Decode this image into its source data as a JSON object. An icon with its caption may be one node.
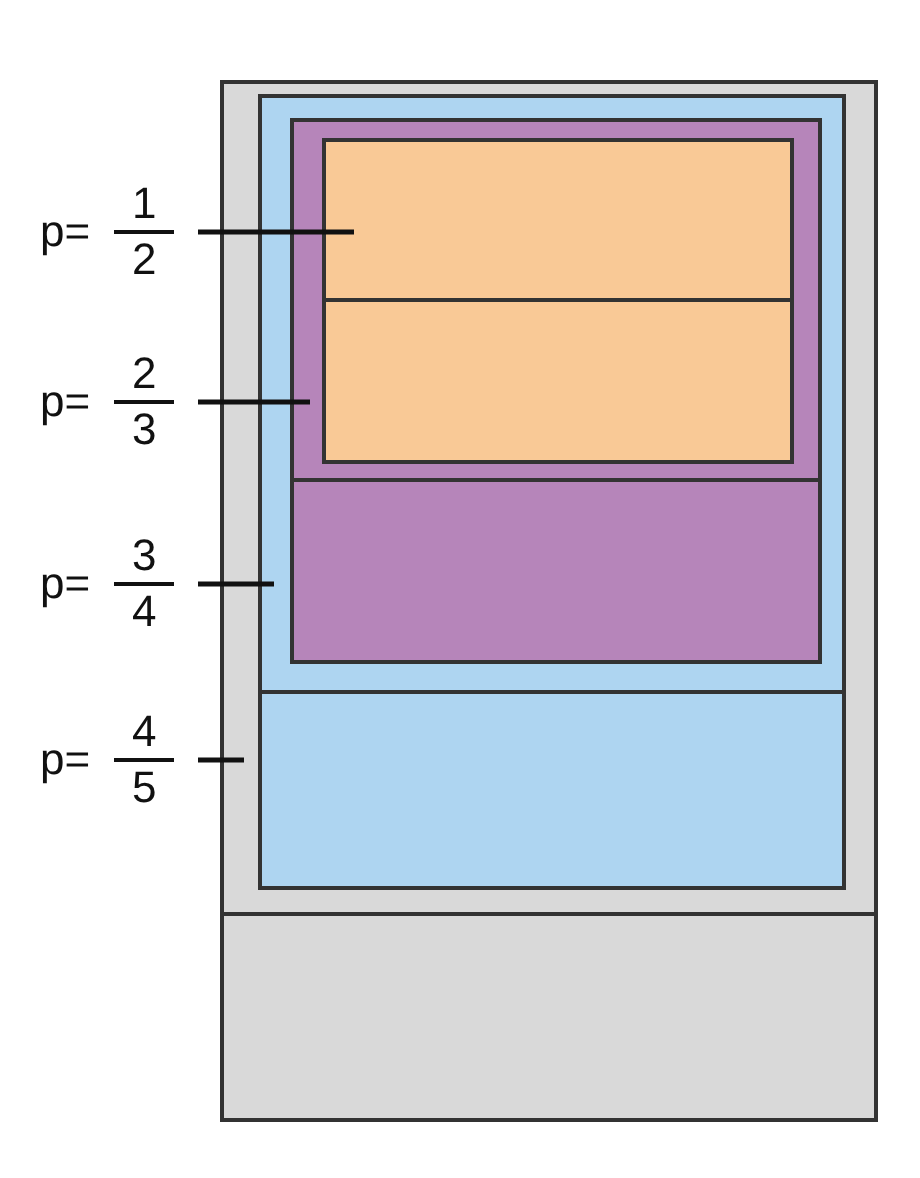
{
  "diagram": {
    "nodes": [
      {
        "text": [],
        "shape": "box"
      },
      {
        "text": [],
        "shape": "box",
        "in": 0
      },
      {
        "text": [],
        "shape": "box",
        "in": 1
      },
      {
        "text": [],
        "shape": "box",
        "in": 2
      },
      {
        "text": [
          "p=",
          "1",
          "2"
        ]
      },
      {
        "text": [
          "p=",
          "2",
          "3"
        ]
      },
      {
        "text": [
          "p=",
          "3",
          "4"
        ]
      },
      {
        "text": [
          "p=",
          "4",
          "5"
        ]
      }
    ],
    "edges": [
      {
        "from": 4,
        "to": 3,
        "arrow": "none"
      },
      {
        "from": 5,
        "to": 2,
        "arrow": "none"
      },
      {
        "from": 6,
        "to": 1,
        "arrow": "none"
      },
      {
        "from": 7,
        "to": 0,
        "arrow": "none"
      }
    ]
  }
}
